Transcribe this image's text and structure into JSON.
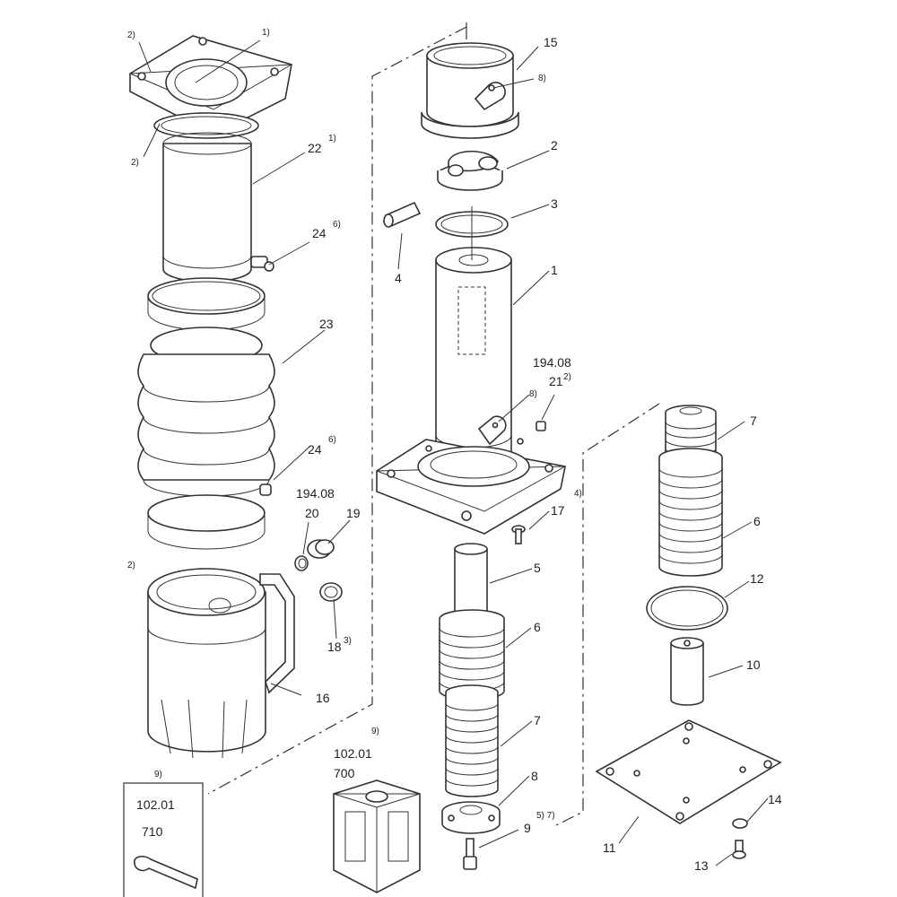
{
  "callouts": {
    "c1": {
      "num": "1",
      "note": ""
    },
    "c2": {
      "num": "2",
      "note": ""
    },
    "c3": {
      "num": "3",
      "note": ""
    },
    "c4": {
      "num": "4",
      "note": ""
    },
    "c5": {
      "num": "5",
      "note": ""
    },
    "c6a": {
      "num": "6",
      "note": ""
    },
    "c6b": {
      "num": "6",
      "note": ""
    },
    "c7a": {
      "num": "7",
      "note": ""
    },
    "c7b": {
      "num": "7",
      "note": ""
    },
    "c8": {
      "num": "8",
      "note": ""
    },
    "c9": {
      "num": "9",
      "note": "5) 7)"
    },
    "c10": {
      "num": "10",
      "note": ""
    },
    "c11": {
      "num": "11",
      "note": ""
    },
    "c12": {
      "num": "12",
      "note": ""
    },
    "c13": {
      "num": "13",
      "note": ""
    },
    "c14": {
      "num": "14",
      "note": ""
    },
    "c15": {
      "num": "15",
      "note": ""
    },
    "c16": {
      "num": "16",
      "note": ""
    },
    "c17": {
      "num": "17",
      "note": "4)"
    },
    "c18": {
      "num": "18",
      "note": "3)"
    },
    "c19": {
      "num": "19",
      "note": ""
    },
    "c20": {
      "num": "20",
      "note": ""
    },
    "c21": {
      "num": "21",
      "note": "2)"
    },
    "c22": {
      "num": "22",
      "note": "1)"
    },
    "c23": {
      "num": "23",
      "note": ""
    },
    "c24a": {
      "num": "24",
      "note": "6)"
    },
    "c24b": {
      "num": "24",
      "note": "6)"
    }
  },
  "notes": {
    "n_top_left": "2)",
    "n_flange": "1)",
    "n_ring_left": "2)",
    "n_cup_left": "2)",
    "n_sleeve": "8)",
    "n_plate": "8)",
    "n_tool_box": "9)",
    "n_wrench_box": "9)"
  },
  "kits": {
    "kit_upper": "194.08",
    "kit_lower": "194.08",
    "tool_ref": "102.01",
    "tool_num": "700",
    "wrench_ref": "102.01",
    "wrench_num": "710"
  }
}
